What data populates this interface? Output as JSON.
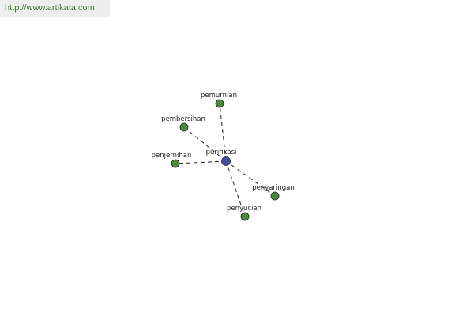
{
  "header": {
    "site_url": "http://www.artikata.com"
  },
  "graph": {
    "center": {
      "label": "purifikasi",
      "color": "#4a4aa6",
      "icon": "center-node-circle"
    },
    "leaf_color": "#4a8a3a",
    "nodes": [
      {
        "label": "pemurnian"
      },
      {
        "label": "pembersihan"
      },
      {
        "label": "penjernihan"
      },
      {
        "label": "penyaringan"
      },
      {
        "label": "penyucian"
      }
    ]
  }
}
